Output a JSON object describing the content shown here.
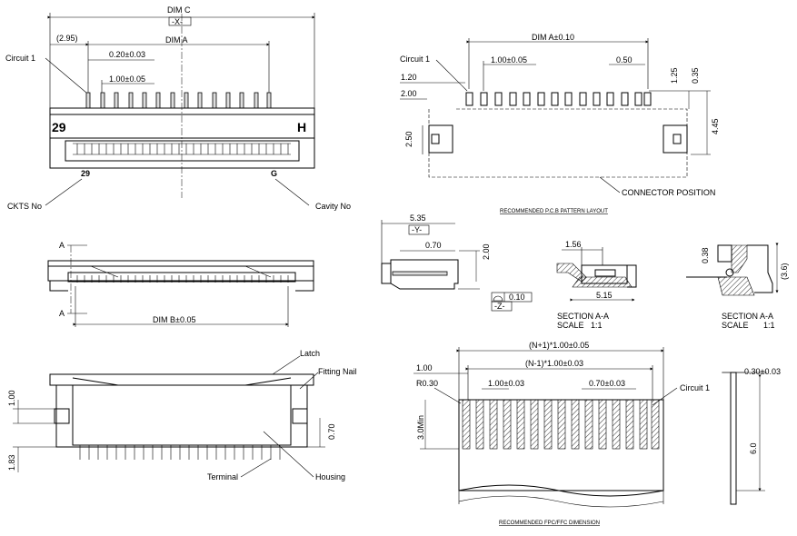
{
  "top_left_view": {
    "dim_c": "DIM C",
    "x_box": "-X-",
    "offset": "(2.95)",
    "dim_a": "DIM A",
    "pitch_tol": "0.20±0.03",
    "pitch": "1.00±0.05",
    "circuit1": "Circuit 1",
    "num_29": "29",
    "letter_h": "H",
    "ckts_no": "CKTS No",
    "cavity_no": "Cavity No",
    "small_29": "29",
    "small_g": "G"
  },
  "pcb_layout": {
    "dim_a": "DIM A±0.10",
    "circuit1": "Circuit 1",
    "pitch": "1.00±0.05",
    "pad_w": "0.50",
    "d120": "1.20",
    "d200": "2.00",
    "d250": "2.50",
    "d125": "1.25",
    "d035": "0.35",
    "d445": "4.45",
    "connector_position": "CONNECTOR POSITION",
    "caption": "RECOMMENDED P.C.B PATTERN LAYOUT"
  },
  "front_view": {
    "a_top": "A",
    "a_bottom": "A",
    "dim_b": "DIM B±0.05"
  },
  "side_view": {
    "d535": "5.35",
    "y_box": "-Y-",
    "d070": "0.70",
    "d200": "2.00",
    "flat_val": "0.10",
    "z_box": "-Z-"
  },
  "section1": {
    "d156": "1.56",
    "d515": "5.15",
    "label": "SECTION A-A",
    "scale_label": "SCALE",
    "scale_value": "1:1"
  },
  "section2": {
    "d038": "0.38",
    "d36": "(3.6)",
    "label": "SECTION A-A",
    "scale_label": "SCALE",
    "scale_value": "1:1"
  },
  "bottom_left_view": {
    "latch": "Latch",
    "fitting_nail": "Fitting Nail",
    "terminal": "Terminal",
    "housing": "Housing",
    "d100": "1.00",
    "d183": "1.83",
    "d070": "0.70"
  },
  "fpc_dim": {
    "total": "(N+1)*1.00±0.05",
    "inner": "(N-1)*1.00±0.03",
    "d100": "1.00",
    "radius": "R0.30",
    "pitch": "1.00±0.03",
    "width": "0.70±0.03",
    "circuit1": "Circuit 1",
    "min_len": "3.0Min",
    "thickness": "0.30±0.03",
    "d60": "6.0",
    "caption": "RECOMMENDED FPC/FFC DIMENSION"
  }
}
